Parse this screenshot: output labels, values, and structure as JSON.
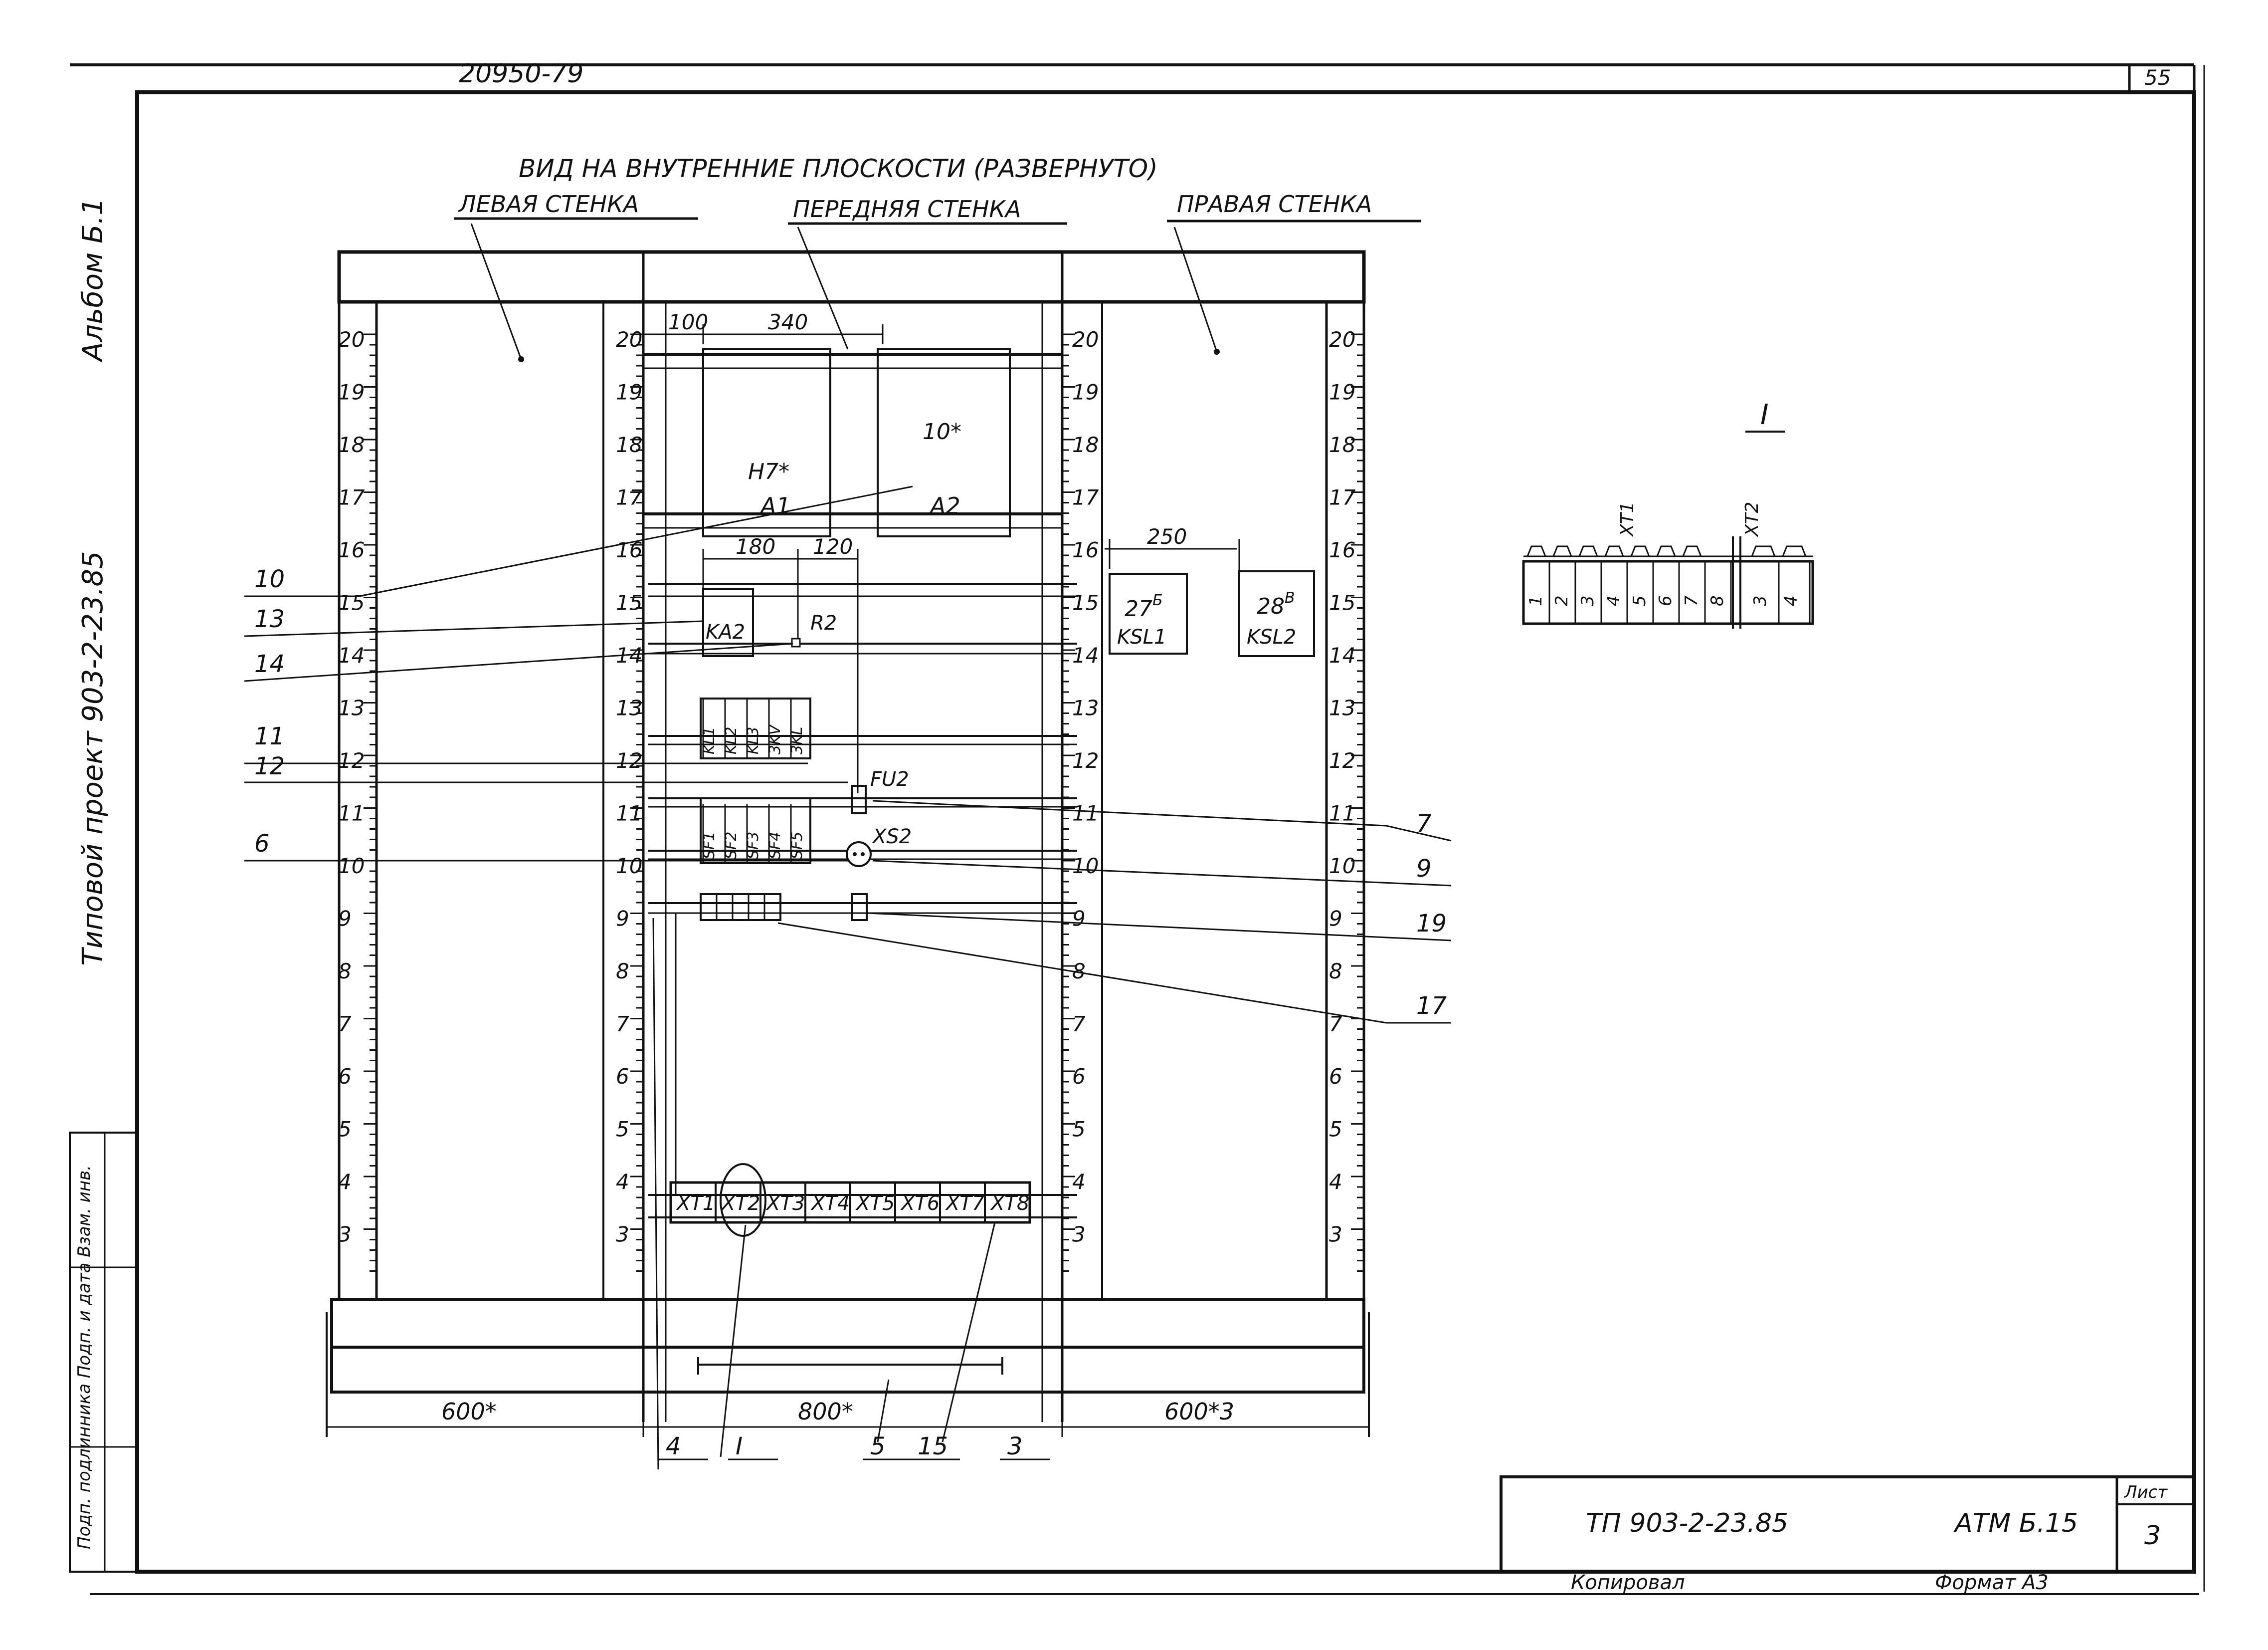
{
  "sheet": {
    "top_code": "20950-79",
    "sheet_corner": "55",
    "album": "Альбом Б.1",
    "project": "Типовой проект 903-2-23.85",
    "side_stamp": "Подп. подлинника Подп. и дата Взам. инв."
  },
  "title": "ВИД НА ВНУТРЕННИЕ ПЛОСКОСТИ (РАЗВЕРНУТО)",
  "walls": {
    "left": "ЛЕВАЯ СТЕНКА",
    "front": "ПЕРЕДНЯЯ СТЕНКА",
    "right": "ПРАВАЯ СТЕНКА"
  },
  "ruler_marks": [
    "20",
    "19",
    "18",
    "17",
    "16",
    "15",
    "14",
    "13",
    "12",
    "11",
    "10",
    "9",
    "8",
    "7",
    "6",
    "5",
    "4",
    "3"
  ],
  "dims": {
    "d100": "100",
    "d340": "340",
    "d180": "180",
    "d120": "120",
    "d250": "250",
    "width_left": "600*",
    "width_front": "800*",
    "width_right": "600*3"
  },
  "devices": {
    "a1": "A1",
    "a2": "A2",
    "n7": "H7*",
    "d10": "10*",
    "ka2": "KA2",
    "r2": "R2",
    "fu2": "FU2",
    "xs2": "XS2",
    "box27": "27",
    "box27_sup": "Б",
    "box27_name": "KSL1",
    "box28": "28",
    "box28_sup": "В",
    "box28_name": "KSL2",
    "relays_top": [
      "KL1",
      "KL2",
      "KL3",
      "3KV",
      "3KL"
    ],
    "relays_mid": [
      "SF1",
      "SF2",
      "SF3",
      "SF4",
      "SF5"
    ],
    "terminals": [
      "XT1",
      "XT2",
      "XT3",
      "XT4",
      "XT5",
      "XT6",
      "XT7",
      "XT8"
    ]
  },
  "callouts_left": [
    "10",
    "13",
    "14",
    "11",
    "12",
    "6"
  ],
  "callouts_right": [
    "7",
    "9",
    "19",
    "17"
  ],
  "callouts_bottom": [
    "4",
    "I",
    "5",
    "15",
    "3"
  ],
  "detail": {
    "mark": "I",
    "xt1": "XT1",
    "xt2": "XT2",
    "cells": [
      "1",
      "2",
      "3",
      "4",
      "5",
      "6",
      "7",
      "8",
      "3",
      "4"
    ]
  },
  "title_block": {
    "doc": "ТП 903-2-23.85",
    "code": "АТМ Б.15",
    "sheet_label": "Лист",
    "sheet_no": "3",
    "copied": "Копировал",
    "format": "Формат А3"
  }
}
